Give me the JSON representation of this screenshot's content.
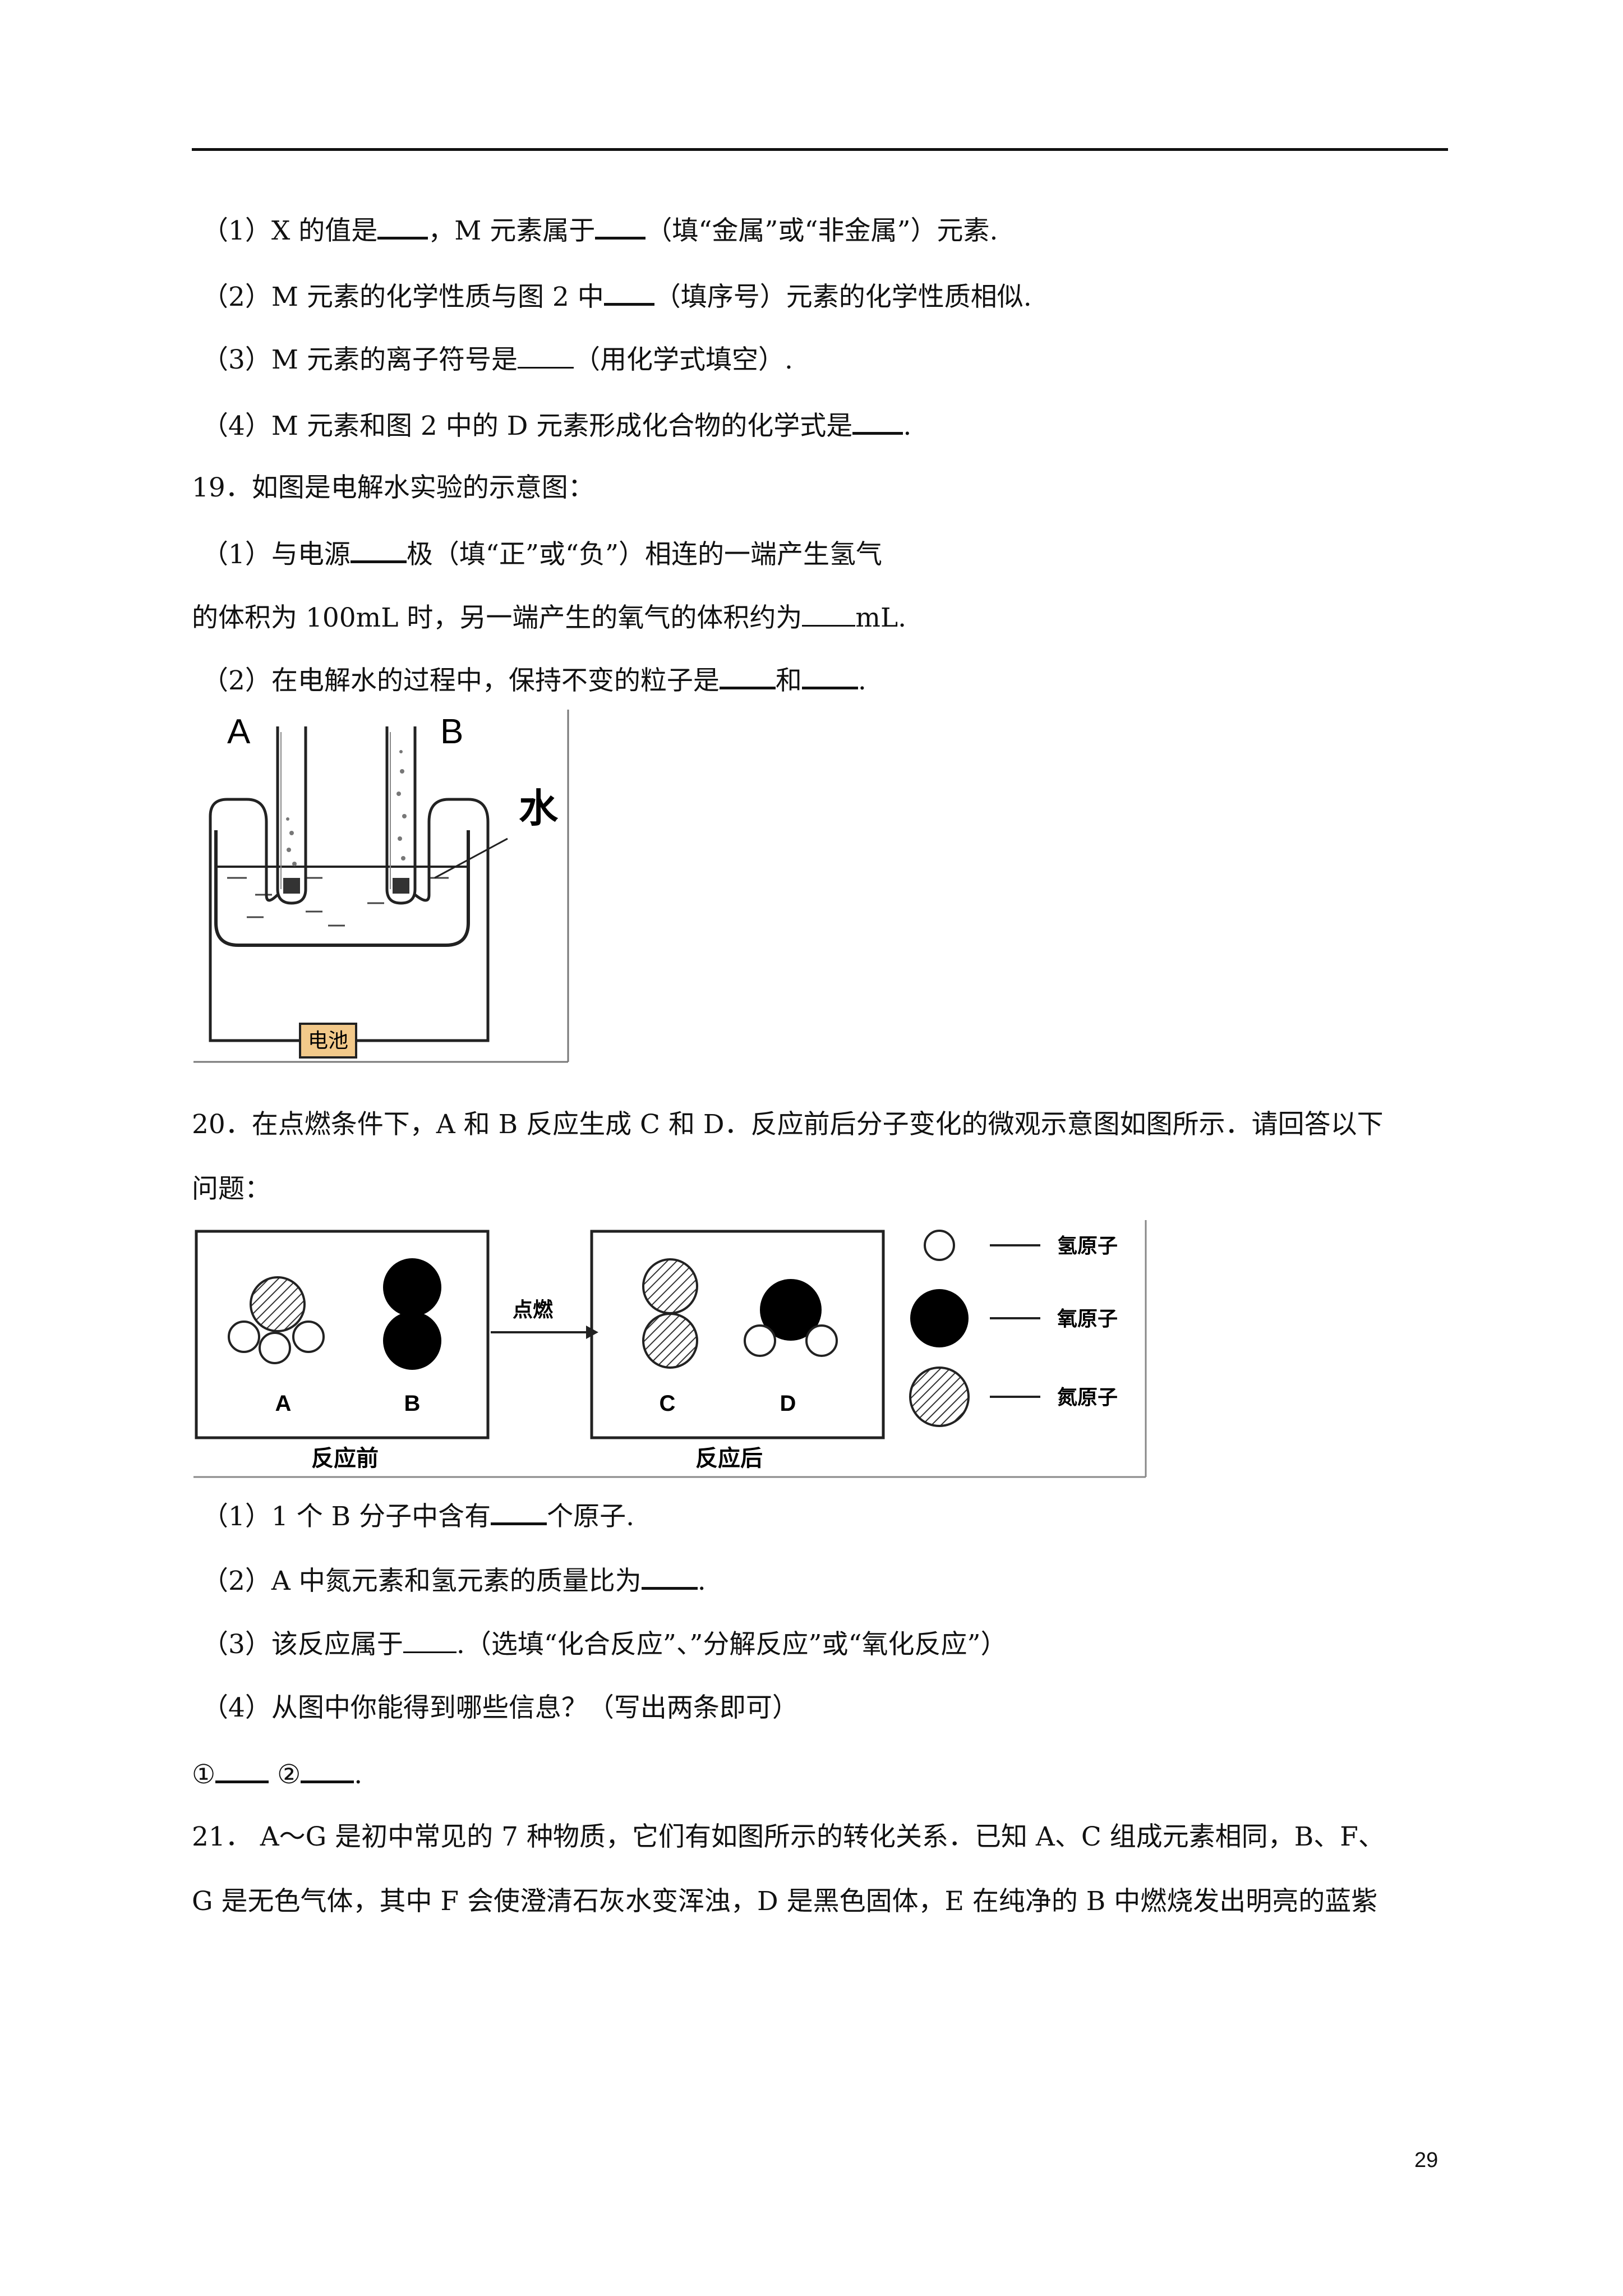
{
  "q18": {
    "p1a": "（1）X 的值是",
    "p1b": "，M 元素属于",
    "p1c": "（填“金属”或“非金属”）元素.",
    "p2a": "（2）M 元素的化学性质与图 2 中",
    "p2b": "（填序号）元素的化学性质相似.",
    "p3a": "（3）M 元素的离子符号是",
    "p3b": "（用化学式填空）.",
    "p4a": "（4）M 元素和图 2 中的 D 元素形成化合物的化学式是",
    "p4b": "."
  },
  "q19": {
    "stem": "19．如图是电解水实验的示意图：",
    "p1a": "（1）与电源",
    "p1b": "极（填“正”或“负”）相连的一端产生氢气",
    "p1c": "的体积为 100mL 时，另一端产生的氧气的体积约为",
    "p1d": "mL.",
    "p2a": "（2）在电解水的过程中，保持不变的粒子是",
    "p2b": "和",
    "p2c": ".",
    "figure": {
      "label_a": "A",
      "label_b": "B",
      "label_water": "水",
      "label_battery": "电池"
    }
  },
  "q20": {
    "stem1": "20．在点燃条件下，A 和 B 反应生成 C 和 D．反应前后分子变化的微观示意图如图所示．请回答以下",
    "stem2": "问题：",
    "figure": {
      "arrow_label": "点燃",
      "before_label": "反应前",
      "after_label": "反应后",
      "mol_a": "A",
      "mol_b": "B",
      "mol_c": "C",
      "mol_d": "D",
      "legend_h": "氢原子",
      "legend_o": "氧原子",
      "legend_n": "氮原子"
    },
    "p1a": "（1）1 个 B 分子中含有",
    "p1b": "个原子.",
    "p2a": "（2）A 中氮元素和氢元素的质量比为",
    "p2b": ".",
    "p3a": "（3）该反应属于",
    "p3b": ".（选填“化合反应”、”分解反应”或“氧化反应”）",
    "p4": "（4）从图中你能得到哪些信息？（写出两条即可）",
    "ans_mark1": "①",
    "ans_mark2": "②",
    "ans_end": "."
  },
  "q21": {
    "line1": "21． A～G 是初中常见的 7 种物质，它们有如图所示的转化关系．已知 A、C 组成元素相同，B、F、",
    "line2": "G 是无色气体，其中 F 会使澄清石灰水变浑浊，D 是黑色固体，E 在纯净的 B 中燃烧发出明亮的蓝紫"
  },
  "page_number": "29"
}
